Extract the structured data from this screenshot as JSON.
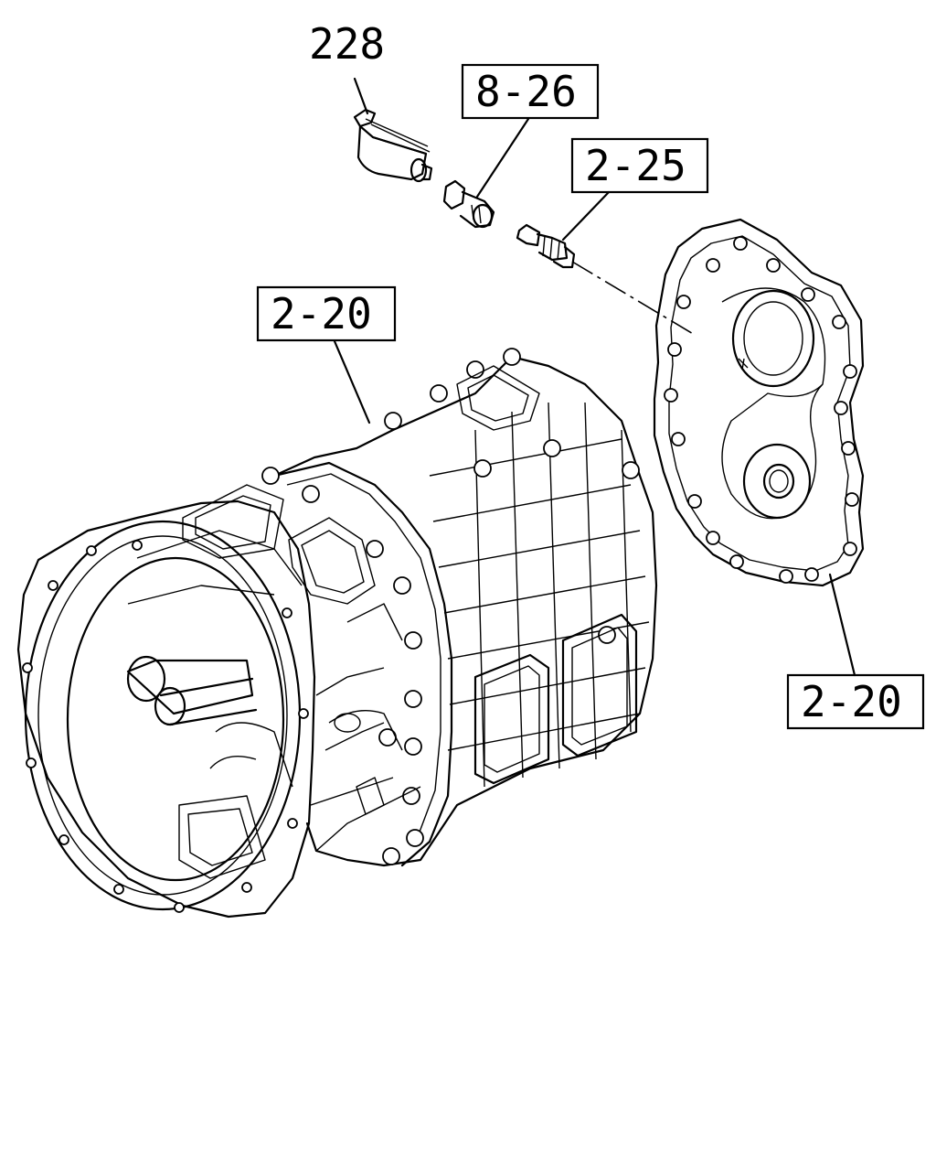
{
  "labels": {
    "part_228": "228",
    "part_8_26": "8-26",
    "part_2_25": "2-25",
    "part_2_20_main": "2-20",
    "part_2_20_cover": "2-20"
  }
}
